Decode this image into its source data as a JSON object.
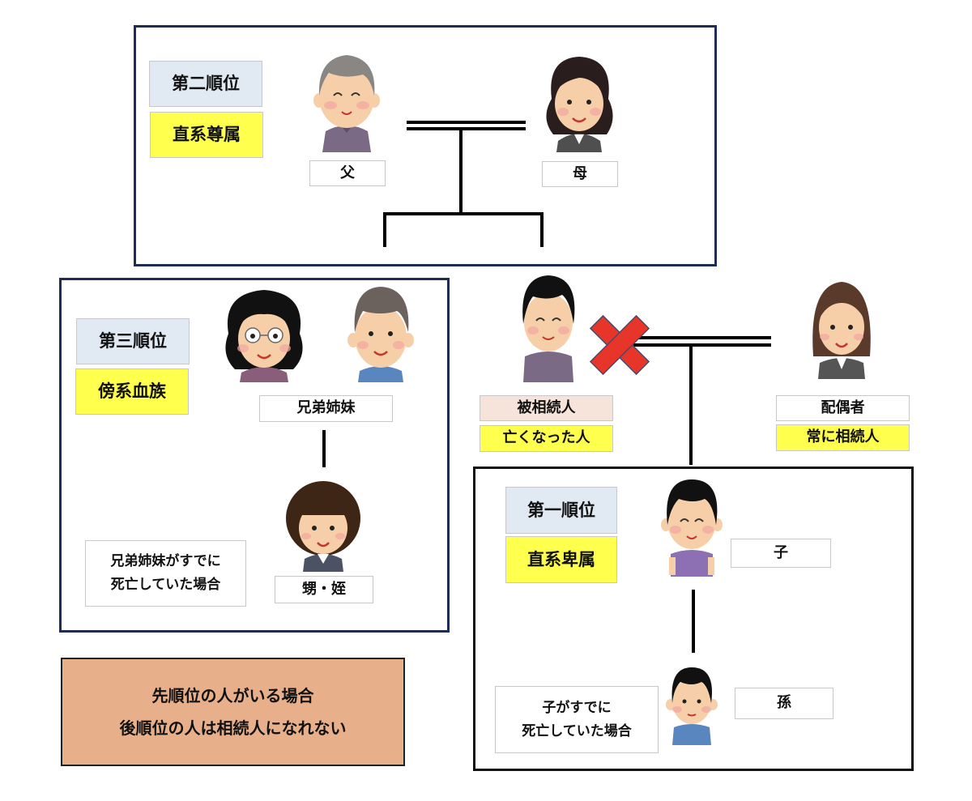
{
  "diagram": {
    "second_rank": {
      "rank_label": "第二順位",
      "category_label": "直系尊属",
      "father_label": "父",
      "mother_label": "母"
    },
    "third_rank": {
      "rank_label": "第三順位",
      "category_label": "傍系血族",
      "siblings_label": "兄弟姉妹",
      "nephew_niece_label": "甥・姪",
      "condition_note": [
        "兄弟姉妹がすでに",
        "死亡していた場合"
      ]
    },
    "deceased": {
      "label": "被相続人",
      "sublabel": "亡くなった人",
      "marker": "red-x"
    },
    "spouse": {
      "label": "配偶者",
      "sublabel": "常に相続人"
    },
    "first_rank": {
      "rank_label": "第一順位",
      "category_label": "直系卑属",
      "child_label": "子",
      "grandchild_label": "孫",
      "condition_note": [
        "子がすでに",
        "死亡していた場合"
      ]
    },
    "rule_note": [
      "先順位の人がいる場合",
      "後順位の人は相続人になれない"
    ],
    "colors": {
      "rank_bg": "#e1eaf3",
      "category_bg": "#ffff4d",
      "deceased_bg": "#f6e3da",
      "rule_bg": "#e8b08a",
      "navy_frame": "#1f2d55",
      "cross_red": "#e8352a"
    }
  }
}
